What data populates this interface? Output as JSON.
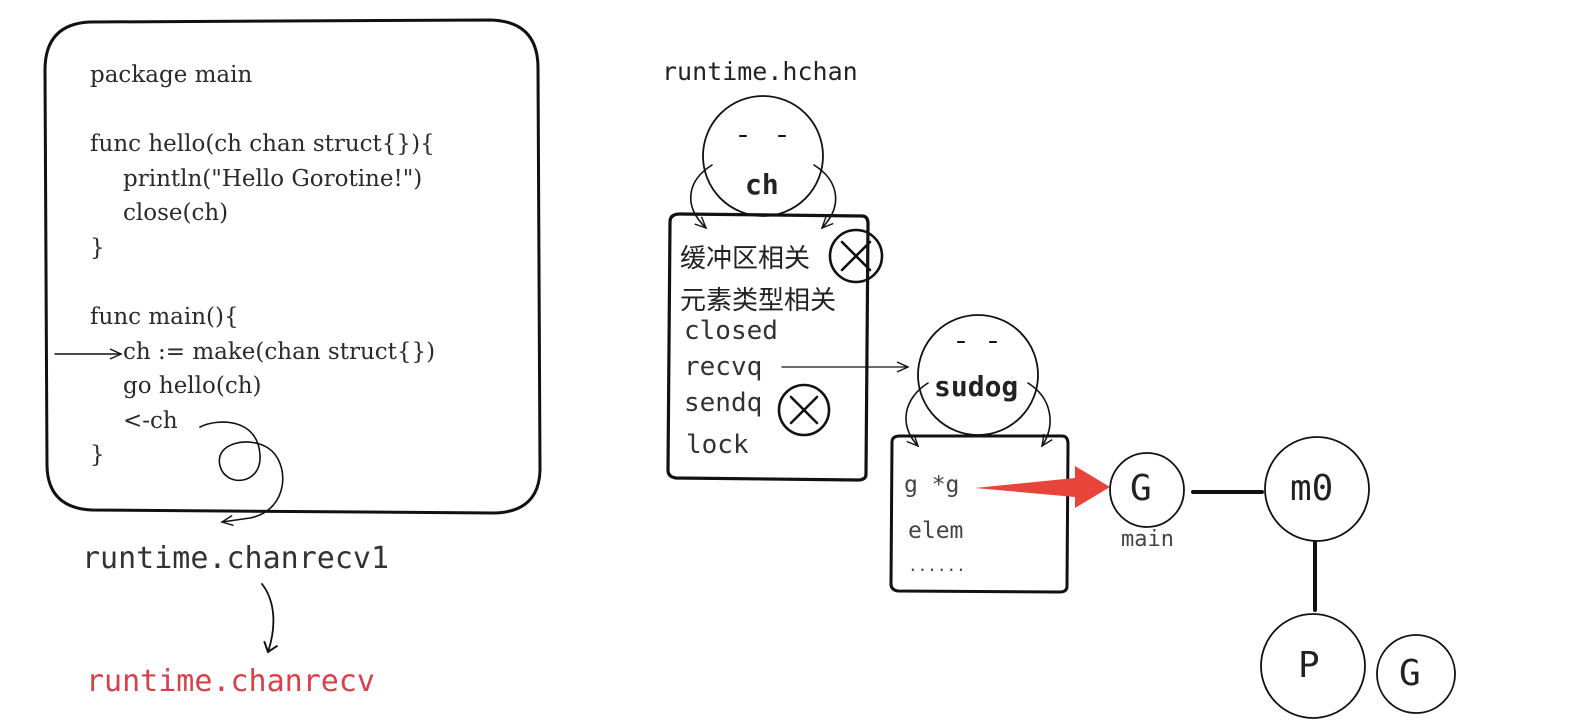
{
  "code_panel": {
    "lines": [
      "package main",
      "func hello(ch chan struct{}){",
      "println(\"Hello Gorotine!\")",
      "close(ch)",
      "}",
      "func main(){",
      "ch := make(chan struct{})",
      "go hello(ch)",
      "<-ch",
      "}"
    ]
  },
  "calls": {
    "first": "runtime.chanrecv1",
    "second": "runtime.chanrecv"
  },
  "hchan": {
    "title": "runtime.hchan",
    "head": "ch",
    "fields": [
      "缓冲区相关",
      "元素类型相关",
      "closed",
      "recvq",
      "sendq",
      "lock"
    ]
  },
  "sudog": {
    "head": "sudog",
    "fields": [
      "g *g",
      "elem",
      "......"
    ]
  },
  "nodes": {
    "g_main": "G",
    "g_main_label": "main",
    "m0": "m0",
    "p": "P",
    "g_other": "G"
  },
  "colors": {
    "accent_red": "#e8443a",
    "call_red": "#d9404a",
    "stroke": "#111111"
  },
  "icons": [
    "closed-x-icon",
    "arrow-icon",
    "loop-arrow-icon"
  ]
}
